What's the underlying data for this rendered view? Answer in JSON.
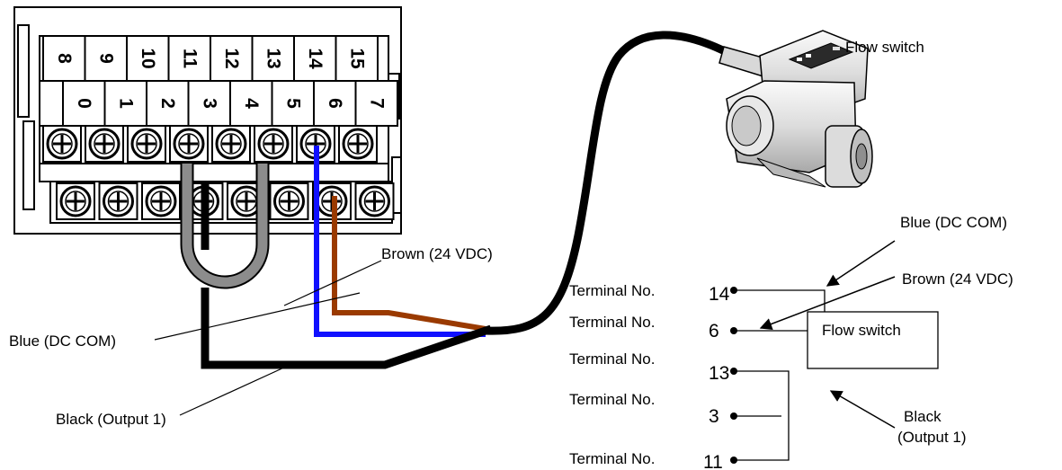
{
  "terminal_block": {
    "top_row": [
      "8",
      "9",
      "10",
      "11",
      "12",
      "13",
      "14",
      "15"
    ],
    "bottom_row": [
      "0",
      "1",
      "2",
      "3",
      "4",
      "5",
      "6",
      "7"
    ]
  },
  "device_label": "Flow switch",
  "wire_labels": {
    "brown": "Brown (24 VDC)",
    "blue": "Blue (DC COM)",
    "black": "Black (Output 1)"
  },
  "schematic": {
    "terminal_prefix": "Terminal No.",
    "terminals": [
      "14",
      "6",
      "13",
      "3",
      "11"
    ],
    "box_label": "Flow switch",
    "blue_label": "Blue (DC COM)",
    "brown_label": "Brown (24 VDC)",
    "black_label_line1": "Black",
    "black_label_line2": "(Output 1)"
  },
  "colors": {
    "blue": "#1010ff",
    "brown": "#9a3a00",
    "black": "#000000",
    "jumper": "#8c8c8c"
  }
}
